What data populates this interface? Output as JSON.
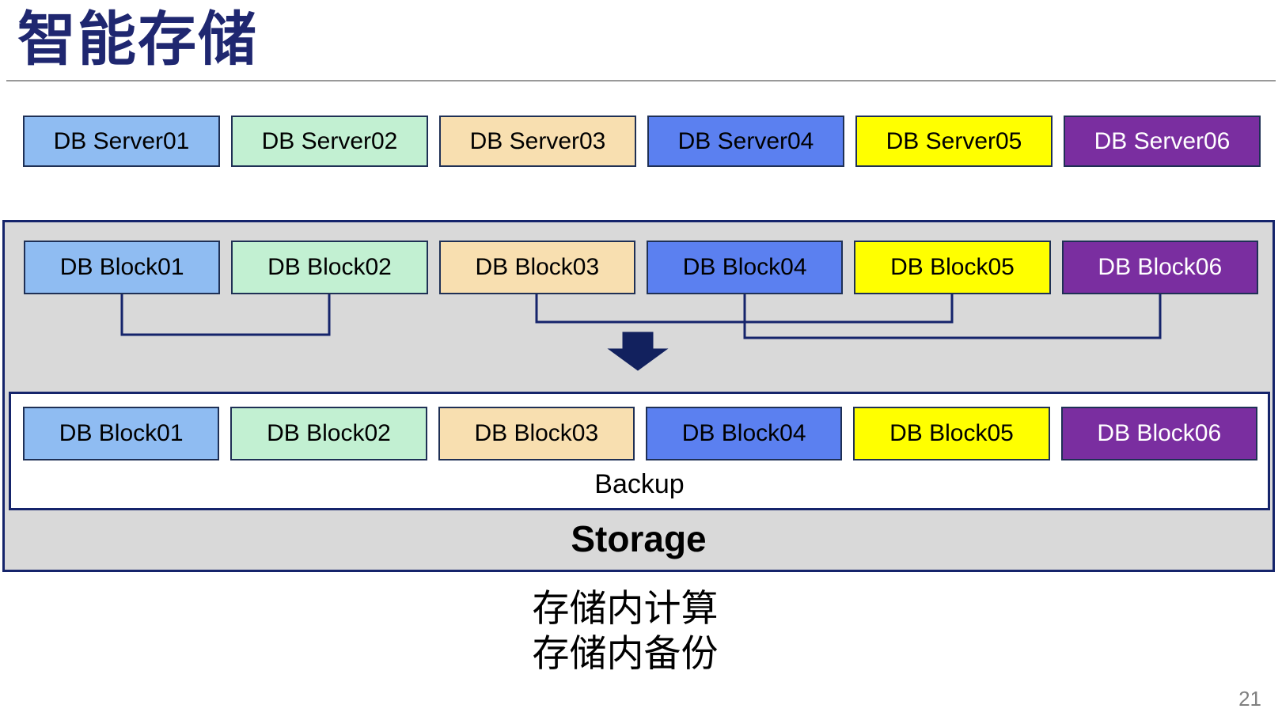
{
  "slide": {
    "title": "智能存储",
    "caption_lines": [
      "存储内计算",
      "存储内备份"
    ],
    "page_number": "21"
  },
  "servers": [
    {
      "label": "DB Server01",
      "bg": "#8FBCF2",
      "fg": "#000000"
    },
    {
      "label": "DB Server02",
      "bg": "#C2F0D2",
      "fg": "#000000"
    },
    {
      "label": "DB Server03",
      "bg": "#F8DFB0",
      "fg": "#000000"
    },
    {
      "label": "DB Server04",
      "bg": "#5B80F0",
      "fg": "#000000"
    },
    {
      "label": "DB Server05",
      "bg": "#FFFF00",
      "fg": "#000000"
    },
    {
      "label": "DB Server06",
      "bg": "#7A2EA0",
      "fg": "#FFFFFF"
    }
  ],
  "db_blocks": [
    {
      "label": "DB Block01",
      "bg": "#8FBCF2",
      "fg": "#000000"
    },
    {
      "label": "DB Block02",
      "bg": "#C2F0D2",
      "fg": "#000000"
    },
    {
      "label": "DB Block03",
      "bg": "#F8DFB0",
      "fg": "#000000"
    },
    {
      "label": "DB Block04",
      "bg": "#5B80F0",
      "fg": "#000000"
    },
    {
      "label": "DB Block05",
      "bg": "#FFFF00",
      "fg": "#000000"
    },
    {
      "label": "DB Block06",
      "bg": "#7A2EA0",
      "fg": "#FFFFFF"
    }
  ],
  "storage": {
    "label": "Storage",
    "backup_label": "Backup",
    "backup_blocks": [
      {
        "label": "DB Block01",
        "bg": "#8FBCF2",
        "fg": "#000000"
      },
      {
        "label": "DB Block02",
        "bg": "#C2F0D2",
        "fg": "#000000"
      },
      {
        "label": "DB Block03",
        "bg": "#F8DFB0",
        "fg": "#000000"
      },
      {
        "label": "DB Block04",
        "bg": "#5B80F0",
        "fg": "#000000"
      },
      {
        "label": "DB Block05",
        "bg": "#FFFF00",
        "fg": "#000000"
      },
      {
        "label": "DB Block06",
        "bg": "#7A2EA0",
        "fg": "#FFFFFF"
      }
    ]
  },
  "theme": {
    "title_color": "#1F2770",
    "connector_color": "#15246B",
    "box_border_color": "#1F3055",
    "storage_bg": "#D9D9D9",
    "divider_color": "#999999",
    "page_number_color": "#808080"
  }
}
